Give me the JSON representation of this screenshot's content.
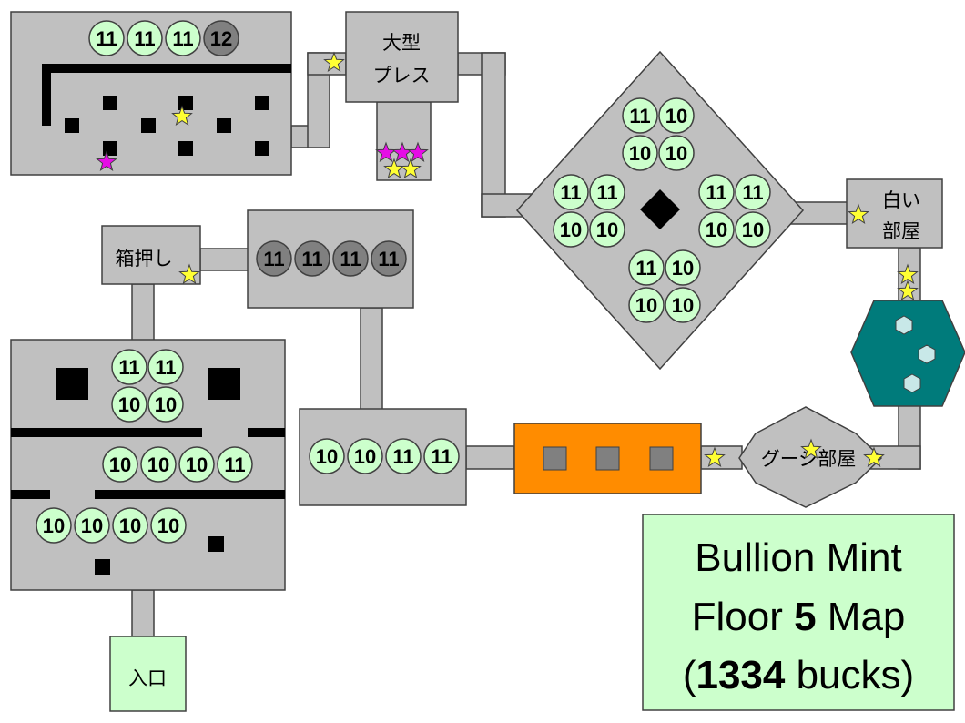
{
  "map_title": {
    "line1": "Bullion Mint",
    "line2_prefix": "Floor ",
    "line2_floor": "5",
    "line2_suffix": " Map",
    "line3_open": "(",
    "line3_amount": "1334",
    "line3_suffix": " bucks)"
  },
  "room_labels": {
    "big_press_1": "大型",
    "big_press_2": "プレス",
    "box_push": "箱押し",
    "white_room_1": "白い",
    "white_room_2": "部屋",
    "gauge_room": "グージ部屋",
    "entrance": "入口"
  },
  "coin_groups": {
    "top_left": [
      "11",
      "11",
      "11",
      "12"
    ],
    "dark_row": [
      "11",
      "11",
      "11",
      "11"
    ],
    "diamond_top": [
      "11",
      "10",
      "10",
      "10"
    ],
    "diamond_left": [
      "11",
      "11",
      "10",
      "10"
    ],
    "diamond_right": [
      "11",
      "11",
      "10",
      "10"
    ],
    "diamond_bottom": [
      "11",
      "10",
      "10",
      "10"
    ],
    "mid_row": [
      "10",
      "10",
      "11",
      "11"
    ],
    "lower_left_top": [
      "11",
      "11",
      "10",
      "10"
    ],
    "lower_left_mid": [
      "10",
      "10",
      "10",
      "11"
    ],
    "lower_left_bottom": [
      "10",
      "10",
      "10",
      "10"
    ]
  },
  "colors": {
    "room_fill": "#c0c0c0",
    "room_stroke": "#404040",
    "coin_light": "#ccffcc",
    "coin_dark": "#808080",
    "star_yellow": "#ffff33",
    "star_magenta": "#e60ce6",
    "press_orange": "#ff8c00",
    "teal_hex": "#007b7b",
    "title_box": "#ccffcc"
  }
}
